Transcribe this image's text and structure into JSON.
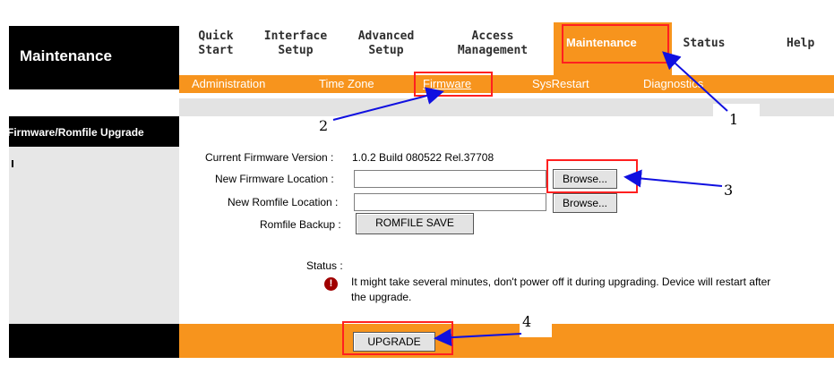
{
  "sidebar": {
    "title": "Maintenance",
    "section": "Firmware/Romfile Upgrade"
  },
  "nav": {
    "items": [
      {
        "line1": "Quick",
        "line2": "Start"
      },
      {
        "line1": "Interface",
        "line2": "Setup"
      },
      {
        "line1": "Advanced",
        "line2": "Setup"
      },
      {
        "line1": "Access",
        "line2": "Management"
      }
    ],
    "active": "Maintenance",
    "status": "Status",
    "help": "Help"
  },
  "subnav": [
    "Administration",
    "Time Zone",
    "Firmware",
    "SysRestart",
    "Diagnostics"
  ],
  "firmware": {
    "version_label": "Current Firmware Version :",
    "version_value": "1.0.2 Build 080522 Rel.37708",
    "new_fw_label": "New Firmware Location :",
    "new_rom_label": "New Romfile Location :",
    "backup_label": "Romfile Backup :",
    "browse": "Browse...",
    "romfile_save": "ROMFILE SAVE",
    "status_label": "Status :",
    "status_msg_1": "It might take several minutes, don't power off it during upgrading. Device will restart after",
    "status_msg_2": "the upgrade.",
    "upgrade": "UPGRADE"
  },
  "annotations": [
    "1",
    "2",
    "3",
    "4"
  ],
  "colors": {
    "orange": "#f7941d",
    "red_box": "#ff2020",
    "arrow": "#1010e0"
  }
}
